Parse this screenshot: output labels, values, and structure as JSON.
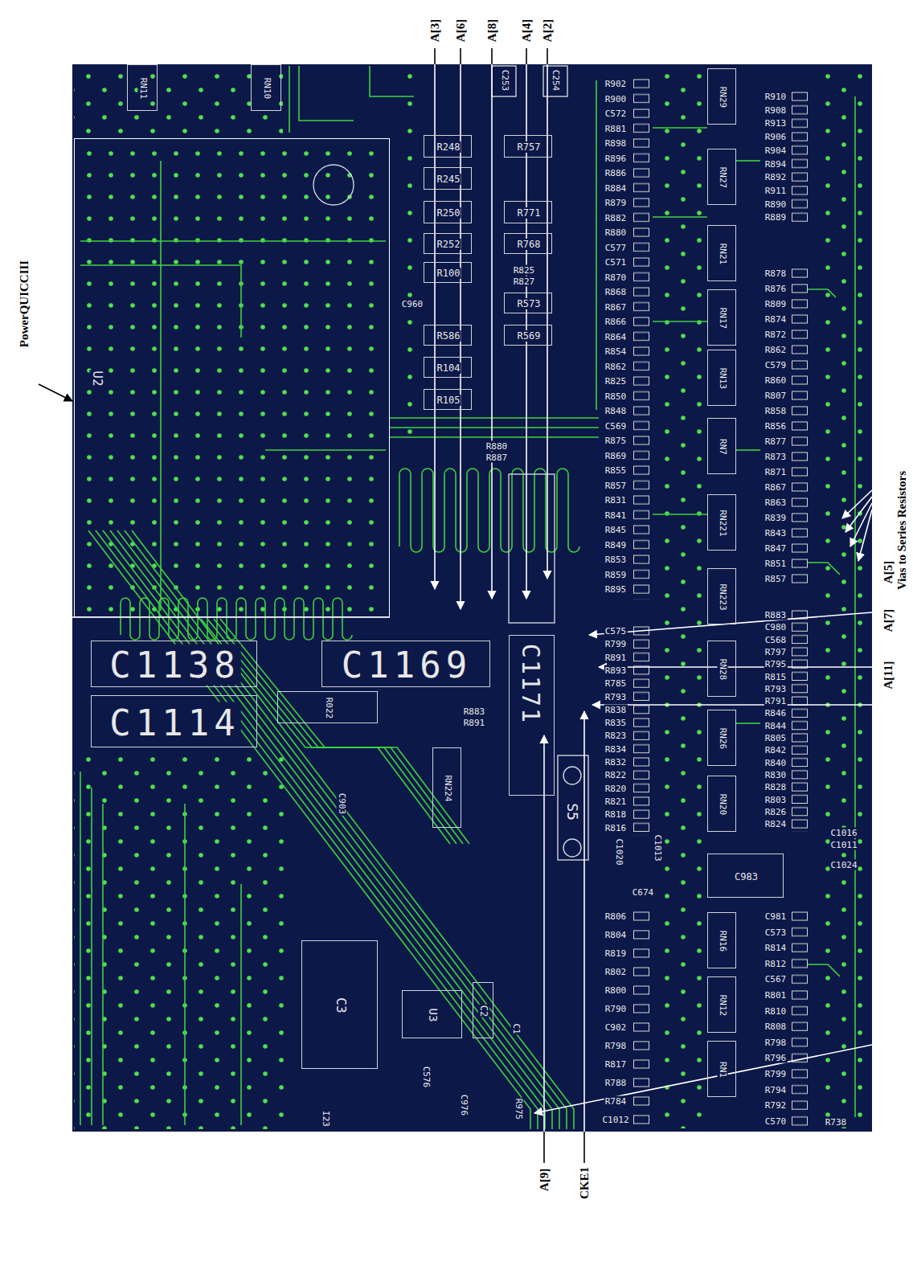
{
  "diagram": {
    "nodes": [
      {
        "text": [
          "U2"
        ]
      },
      {
        "text": [
          "RN11"
        ]
      },
      {
        "text": [
          "RN10"
        ]
      },
      {
        "text": [
          "R248"
        ]
      },
      {
        "text": [
          "R757"
        ]
      },
      {
        "text": [
          "R245"
        ]
      },
      {
        "text": [
          "R250"
        ]
      },
      {
        "text": [
          "R771"
        ]
      },
      {
        "text": [
          "R252"
        ]
      },
      {
        "text": [
          "R768"
        ]
      },
      {
        "text": [
          "R100"
        ]
      },
      {
        "text": [
          "R573"
        ]
      },
      {
        "text": [
          "R586"
        ]
      },
      {
        "text": [
          "R569"
        ]
      },
      {
        "text": [
          "R104"
        ]
      },
      {
        "text": [
          "R105"
        ]
      },
      {
        "text": [
          "C1138"
        ]
      },
      {
        "text": [
          "C1169"
        ]
      },
      {
        "text": [
          "C1114"
        ]
      },
      {
        "text": [
          "C1171"
        ]
      },
      {
        "text": [
          "R022"
        ]
      },
      {
        "text": [
          "RN224"
        ]
      },
      {
        "text": [
          "C3"
        ]
      },
      {
        "text": [
          "U3"
        ]
      },
      {
        "text": [
          "C2"
        ]
      },
      {
        "text": [
          "RN29"
        ]
      },
      {
        "text": [
          "RN27"
        ]
      },
      {
        "text": [
          "RN21"
        ]
      },
      {
        "text": [
          "RN17"
        ]
      },
      {
        "text": [
          "RN13"
        ]
      },
      {
        "text": [
          "RN7"
        ]
      },
      {
        "text": [
          "RN221"
        ]
      },
      {
        "text": [
          "RN223"
        ]
      },
      {
        "text": [
          "RN28"
        ]
      },
      {
        "text": [
          "RN26"
        ]
      },
      {
        "text": [
          "RN20"
        ]
      },
      {
        "text": [
          "C983"
        ]
      },
      {
        "text": [
          "RN16"
        ]
      },
      {
        "text": [
          "RN12"
        ]
      },
      {
        "text": [
          "RN1"
        ]
      }
    ],
    "labels": [
      "A[3]",
      "A[6]",
      "A[8]",
      "A[4]",
      "A[2]",
      "PowerQUICCIII",
      "Vias to Series Resistors",
      "A[5]",
      "A[7]",
      "A[11]",
      "A[9]",
      "CKE1",
      "C253",
      "C254",
      "R902",
      "R900",
      "C572",
      "R881",
      "R898",
      "R896",
      "R886",
      "R884",
      "R879",
      "R882",
      "R880",
      "C577",
      "C571",
      "R870",
      "R868",
      "R867",
      "R866",
      "R864",
      "R854",
      "R862",
      "R825",
      "R850",
      "R848",
      "C569",
      "R875",
      "R869",
      "R855",
      "R857",
      "R831",
      "R841",
      "R845",
      "R849",
      "R853",
      "R859",
      "R895",
      "C575",
      "R799",
      "R891",
      "R893",
      "R785",
      "R793",
      "R838",
      "R835",
      "R823",
      "R834",
      "R832",
      "R822",
      "R820",
      "R821",
      "R818",
      "R816",
      "R806",
      "R804",
      "R819",
      "R802",
      "R800",
      "R790",
      "C902",
      "R798",
      "R817",
      "R788",
      "R784",
      "C1012",
      "R910",
      "R908",
      "R913",
      "R906",
      "R904",
      "R894",
      "R892",
      "R911",
      "R890",
      "R889",
      "R878",
      "R876",
      "R809",
      "R874",
      "R872",
      "R862",
      "C579",
      "R860",
      "R807",
      "R858",
      "R856",
      "R877",
      "R873",
      "R871",
      "R867",
      "R863",
      "R839",
      "R843",
      "R847",
      "R851",
      "R857",
      "R883",
      "C980",
      "C568",
      "R797",
      "R795",
      "R815",
      "R793",
      "R791",
      "R846",
      "R844",
      "R805",
      "R842",
      "R840",
      "R830",
      "R828",
      "R803",
      "R826",
      "R824",
      "C981",
      "C573",
      "R814",
      "R812",
      "C567",
      "R801",
      "R810",
      "R808",
      "R798",
      "R796",
      "R799",
      "R794",
      "R792",
      "C570",
      "C1016",
      "C1011",
      "C1024",
      "R738",
      "C960",
      "R825",
      "R827",
      "R880",
      "R887",
      "R883",
      "R891",
      "C903",
      "S5",
      "C1020",
      "C1013",
      "C674",
      "C1",
      "C576",
      "C976",
      "R975",
      "I23"
    ]
  }
}
